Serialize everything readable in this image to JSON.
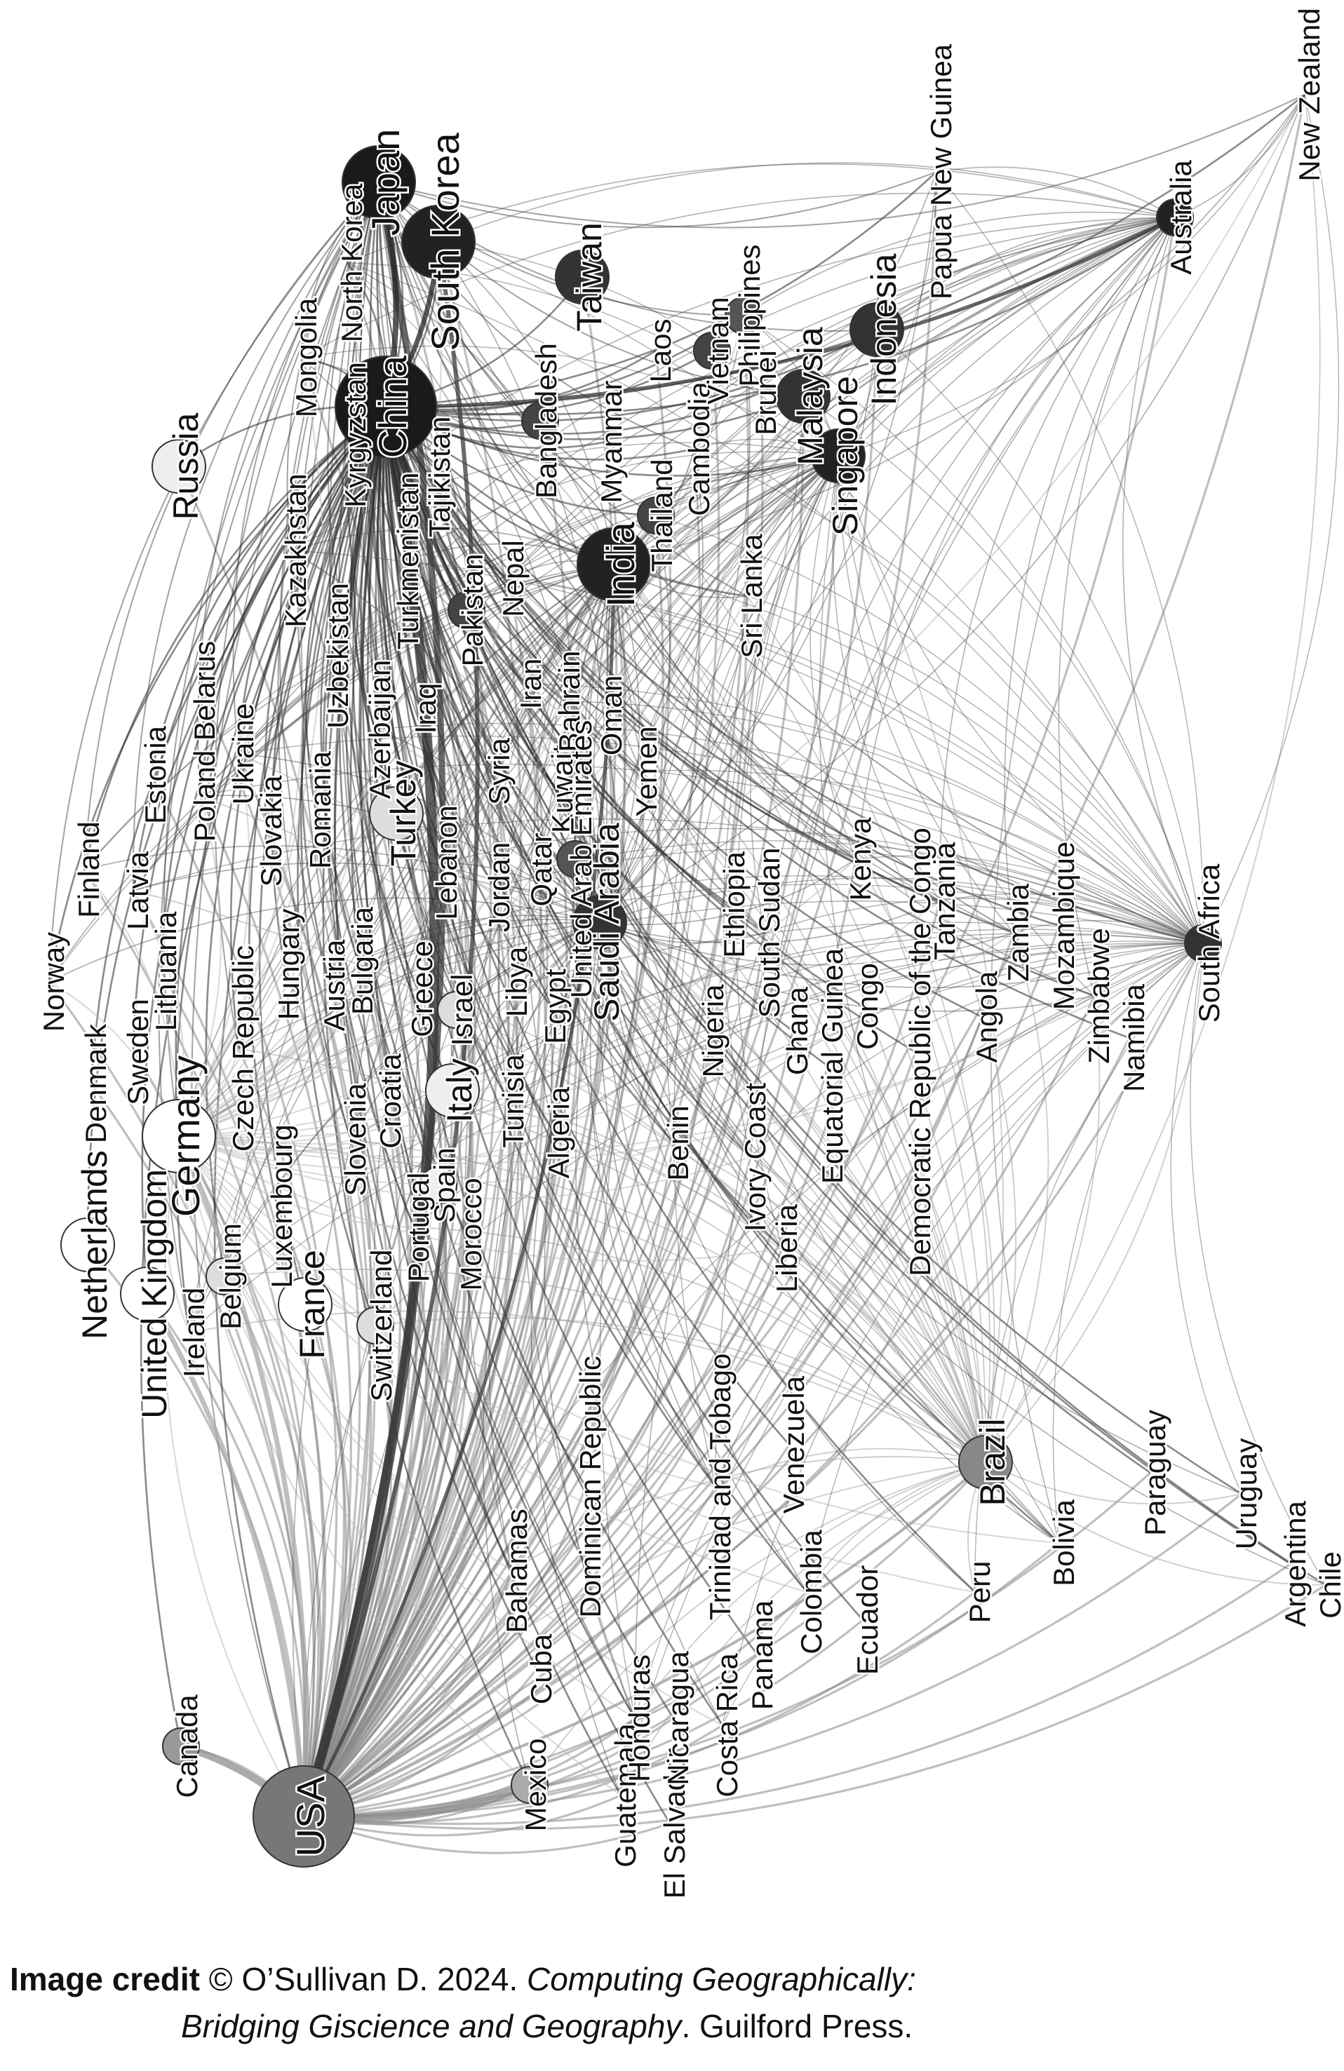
{
  "diagram": {
    "type": "network",
    "label_rotation": "rotated -90 (reading bottom-to-top)",
    "nodes": [
      {
        "id": "USA",
        "label": "USA",
        "size": "huge",
        "shade": "#777777"
      },
      {
        "id": "Canada",
        "label": "Canada",
        "size": "small",
        "shade": "#999999"
      },
      {
        "id": "Mexico",
        "label": "Mexico",
        "size": "small",
        "shade": "#aaaaaa"
      },
      {
        "id": "Cuba",
        "label": "Cuba",
        "size": "tiny",
        "shade": "#aaaaaa"
      },
      {
        "id": "Guatemala",
        "label": "Guatemala",
        "size": "tiny",
        "shade": "#aaaaaa"
      },
      {
        "id": "El Salvador",
        "label": "El Salvador",
        "size": "tiny",
        "shade": "#aaaaaa"
      },
      {
        "id": "Honduras",
        "label": "Honduras",
        "size": "tiny",
        "shade": "#aaaaaa"
      },
      {
        "id": "Nicaragua",
        "label": "Nicaragua",
        "size": "tiny",
        "shade": "#aaaaaa"
      },
      {
        "id": "Costa Rica",
        "label": "Costa Rica",
        "size": "tiny",
        "shade": "#aaaaaa"
      },
      {
        "id": "Panama",
        "label": "Panama",
        "size": "tiny",
        "shade": "#aaaaaa"
      },
      {
        "id": "Bahamas",
        "label": "Bahamas",
        "size": "tiny",
        "shade": "#aaaaaa"
      },
      {
        "id": "Dominican Republic",
        "label": "Dominican Republic",
        "size": "tiny",
        "shade": "#aaaaaa"
      },
      {
        "id": "Trinidad and Tobago",
        "label": "Trinidad and Tobago",
        "size": "tiny",
        "shade": "#aaaaaa"
      },
      {
        "id": "Venezuela",
        "label": "Venezuela",
        "size": "tiny",
        "shade": "#aaaaaa"
      },
      {
        "id": "Colombia",
        "label": "Colombia",
        "size": "tiny",
        "shade": "#aaaaaa"
      },
      {
        "id": "Ecuador",
        "label": "Ecuador",
        "size": "tiny",
        "shade": "#aaaaaa"
      },
      {
        "id": "Peru",
        "label": "Peru",
        "size": "tiny",
        "shade": "#aaaaaa"
      },
      {
        "id": "Brazil",
        "label": "Brazil",
        "size": "medium",
        "shade": "#888888"
      },
      {
        "id": "Bolivia",
        "label": "Bolivia",
        "size": "tiny",
        "shade": "#aaaaaa"
      },
      {
        "id": "Paraguay",
        "label": "Paraguay",
        "size": "tiny",
        "shade": "#aaaaaa"
      },
      {
        "id": "Uruguay",
        "label": "Uruguay",
        "size": "tiny",
        "shade": "#aaaaaa"
      },
      {
        "id": "Argentina",
        "label": "Argentina",
        "size": "tiny",
        "shade": "#aaaaaa"
      },
      {
        "id": "Chile",
        "label": "Chile",
        "size": "tiny",
        "shade": "#aaaaaa"
      },
      {
        "id": "United Kingdom",
        "label": "United Kingdom",
        "size": "medium",
        "shade": "#ffffff"
      },
      {
        "id": "Ireland",
        "label": "Ireland",
        "size": "tiny",
        "shade": "#dddddd"
      },
      {
        "id": "Netherlands",
        "label": "Netherlands",
        "size": "medium",
        "shade": "#ffffff"
      },
      {
        "id": "Belgium",
        "label": "Belgium",
        "size": "small",
        "shade": "#dddddd"
      },
      {
        "id": "France",
        "label": "France",
        "size": "medium",
        "shade": "#ffffff"
      },
      {
        "id": "Switzerland",
        "label": "Switzerland",
        "size": "small",
        "shade": "#dddddd"
      },
      {
        "id": "Luxembourg",
        "label": "Luxembourg",
        "size": "tiny",
        "shade": "#dddddd"
      },
      {
        "id": "Germany",
        "label": "Germany",
        "size": "large",
        "shade": "#ffffff"
      },
      {
        "id": "Denmark",
        "label": "Denmark",
        "size": "tiny",
        "shade": "#dddddd"
      },
      {
        "id": "Norway",
        "label": "Norway",
        "size": "tiny",
        "shade": "#dddddd"
      },
      {
        "id": "Sweden",
        "label": "Sweden",
        "size": "tiny",
        "shade": "#dddddd"
      },
      {
        "id": "Finland",
        "label": "Finland",
        "size": "tiny",
        "shade": "#dddddd"
      },
      {
        "id": "Lithuania",
        "label": "Lithuania",
        "size": "tiny",
        "shade": "#dddddd"
      },
      {
        "id": "Latvia",
        "label": "Latvia",
        "size": "tiny",
        "shade": "#dddddd"
      },
      {
        "id": "Estonia",
        "label": "Estonia",
        "size": "tiny",
        "shade": "#dddddd"
      },
      {
        "id": "Poland",
        "label": "Poland",
        "size": "tiny",
        "shade": "#dddddd"
      },
      {
        "id": "Belarus",
        "label": "Belarus",
        "size": "tiny",
        "shade": "#dddddd"
      },
      {
        "id": "Czech Republic",
        "label": "Czech Republic",
        "size": "tiny",
        "shade": "#dddddd"
      },
      {
        "id": "Slovakia",
        "label": "Slovakia",
        "size": "tiny",
        "shade": "#dddddd"
      },
      {
        "id": "Ukraine",
        "label": "Ukraine",
        "size": "tiny",
        "shade": "#dddddd"
      },
      {
        "id": "Hungary",
        "label": "Hungary",
        "size": "tiny",
        "shade": "#dddddd"
      },
      {
        "id": "Austria",
        "label": "Austria",
        "size": "tiny",
        "shade": "#dddddd"
      },
      {
        "id": "Romania",
        "label": "Romania",
        "size": "tiny",
        "shade": "#dddddd"
      },
      {
        "id": "Slovenia",
        "label": "Slovenia",
        "size": "tiny",
        "shade": "#dddddd"
      },
      {
        "id": "Croatia",
        "label": "Croatia",
        "size": "tiny",
        "shade": "#dddddd"
      },
      {
        "id": "Bulgaria",
        "label": "Bulgaria",
        "size": "tiny",
        "shade": "#dddddd"
      },
      {
        "id": "Greece",
        "label": "Greece",
        "size": "tiny",
        "shade": "#dddddd"
      },
      {
        "id": "Italy",
        "label": "Italy",
        "size": "medium",
        "shade": "#eeeeee"
      },
      {
        "id": "Spain",
        "label": "Spain",
        "size": "small",
        "shade": "#eeeeee"
      },
      {
        "id": "Portugal",
        "label": "Portugal",
        "size": "tiny",
        "shade": "#dddddd"
      },
      {
        "id": "Russia",
        "label": "Russia",
        "size": "medium",
        "shade": "#eeeeee"
      },
      {
        "id": "Kazakhstan",
        "label": "Kazakhstan",
        "size": "tiny",
        "shade": "#cccccc"
      },
      {
        "id": "Uzbekistan",
        "label": "Uzbekistan",
        "size": "tiny",
        "shade": "#cccccc"
      },
      {
        "id": "Azerbaijan",
        "label": "Azerbaijan",
        "size": "tiny",
        "shade": "#cccccc"
      },
      {
        "id": "Turkey",
        "label": "Turkey",
        "size": "medium",
        "shade": "#dddddd"
      },
      {
        "id": "Mongolia",
        "label": "Mongolia",
        "size": "tiny",
        "shade": "#cccccc"
      },
      {
        "id": "Kyrgyzstan",
        "label": "Kyrgyzstan",
        "size": "tiny",
        "shade": "#cccccc"
      },
      {
        "id": "Turkmenistan",
        "label": "Turkmenistan",
        "size": "tiny",
        "shade": "#cccccc"
      },
      {
        "id": "Iraq",
        "label": "Iraq",
        "size": "tiny",
        "shade": "#cccccc"
      },
      {
        "id": "Lebanon",
        "label": "Lebanon",
        "size": "tiny",
        "shade": "#cccccc"
      },
      {
        "id": "Israel",
        "label": "Israel",
        "size": "small",
        "shade": "#dddddd"
      },
      {
        "id": "Jordan",
        "label": "Jordan",
        "size": "tiny",
        "shade": "#cccccc"
      },
      {
        "id": "Syria",
        "label": "Syria",
        "size": "tiny",
        "shade": "#cccccc"
      },
      {
        "id": "Iran",
        "label": "Iran",
        "size": "tiny",
        "shade": "#cccccc"
      },
      {
        "id": "Libya",
        "label": "Libya",
        "size": "tiny",
        "shade": "#cccccc"
      },
      {
        "id": "Tunisia",
        "label": "Tunisia",
        "size": "tiny",
        "shade": "#cccccc"
      },
      {
        "id": "Morocco",
        "label": "Morocco",
        "size": "tiny",
        "shade": "#cccccc"
      },
      {
        "id": "Algeria",
        "label": "Algeria",
        "size": "tiny",
        "shade": "#bbbbbb"
      },
      {
        "id": "Egypt",
        "label": "Egypt",
        "size": "tiny",
        "shade": "#bbbbbb"
      },
      {
        "id": "Qatar",
        "label": "Qatar",
        "size": "tiny",
        "shade": "#bbbbbb"
      },
      {
        "id": "Kuwait",
        "label": "Kuwait",
        "size": "tiny",
        "shade": "#bbbbbb"
      },
      {
        "id": "Bahrain",
        "label": "Bahrain",
        "size": "tiny",
        "shade": "#bbbbbb"
      },
      {
        "id": "United Arab Emirates",
        "label": "United Arab Emirates",
        "size": "small",
        "shade": "#555555"
      },
      {
        "id": "Saudi Arabia",
        "label": "Saudi Arabia",
        "size": "medium",
        "shade": "#333333"
      },
      {
        "id": "Oman",
        "label": "Oman",
        "size": "tiny",
        "shade": "#666666"
      },
      {
        "id": "Yemen",
        "label": "Yemen",
        "size": "tiny",
        "shade": "#888888"
      },
      {
        "id": "Pakistan",
        "label": "Pakistan",
        "size": "small",
        "shade": "#444444"
      },
      {
        "id": "Nepal",
        "label": "Nepal",
        "size": "tiny",
        "shade": "#777777"
      },
      {
        "id": "Tajikistan",
        "label": "Tajikistan",
        "size": "tiny",
        "shade": "#555555"
      },
      {
        "id": "India",
        "label": "India",
        "size": "large",
        "shade": "#222222"
      },
      {
        "id": "Bangladesh",
        "label": "Bangladesh",
        "size": "small",
        "shade": "#444444"
      },
      {
        "id": "Sri Lanka",
        "label": "Sri Lanka",
        "size": "tiny",
        "shade": "#888888"
      },
      {
        "id": "Myanmar",
        "label": "Myanmar",
        "size": "tiny",
        "shade": "#666666"
      },
      {
        "id": "Thailand",
        "label": "Thailand",
        "size": "small",
        "shade": "#444444"
      },
      {
        "id": "Laos",
        "label": "Laos",
        "size": "tiny",
        "shade": "#777777"
      },
      {
        "id": "Cambodia",
        "label": "Cambodia",
        "size": "tiny",
        "shade": "#777777"
      },
      {
        "id": "Vietnam",
        "label": "Vietnam",
        "size": "small",
        "shade": "#444444"
      },
      {
        "id": "Philippines",
        "label": "Philippines",
        "size": "small",
        "shade": "#555555"
      },
      {
        "id": "Brunei",
        "label": "Brunei",
        "size": "tiny",
        "shade": "#777777"
      },
      {
        "id": "Malaysia",
        "label": "Malaysia",
        "size": "medium",
        "shade": "#333333"
      },
      {
        "id": "Singapore",
        "label": "Singapore",
        "size": "medium",
        "shade": "#222222"
      },
      {
        "id": "Indonesia",
        "label": "Indonesia",
        "size": "medium",
        "shade": "#333333"
      },
      {
        "id": "China",
        "label": "China",
        "size": "huge",
        "shade": "#1a1a1a"
      },
      {
        "id": "North Korea",
        "label": "North Korea",
        "size": "tiny",
        "shade": "#666666"
      },
      {
        "id": "Japan",
        "label": "Japan",
        "size": "large",
        "shade": "#1a1a1a"
      },
      {
        "id": "South Korea",
        "label": "South Korea",
        "size": "large",
        "shade": "#222222"
      },
      {
        "id": "Taiwan",
        "label": "Taiwan",
        "size": "medium",
        "shade": "#333333"
      },
      {
        "id": "Papua New Guinea",
        "label": "Papua New Guinea",
        "size": "tiny",
        "shade": "#666666"
      },
      {
        "id": "Australia",
        "label": "Australia",
        "size": "small",
        "shade": "#222222"
      },
      {
        "id": "New Zealand",
        "label": "New Zealand",
        "size": "tiny",
        "shade": "#666666"
      },
      {
        "id": "Nigeria",
        "label": "Nigeria",
        "size": "tiny",
        "shade": "#888888"
      },
      {
        "id": "Benin",
        "label": "Benin",
        "size": "tiny",
        "shade": "#888888"
      },
      {
        "id": "Ethiopia",
        "label": "Ethiopia",
        "size": "tiny",
        "shade": "#888888"
      },
      {
        "id": "South Sudan",
        "label": "South Sudan",
        "size": "tiny",
        "shade": "#888888"
      },
      {
        "id": "Ghana",
        "label": "Ghana",
        "size": "tiny",
        "shade": "#888888"
      },
      {
        "id": "Ivory Coast",
        "label": "Ivory Coast",
        "size": "tiny",
        "shade": "#888888"
      },
      {
        "id": "Equatorial Guinea",
        "label": "Equatorial Guinea",
        "size": "tiny",
        "shade": "#888888"
      },
      {
        "id": "Liberia",
        "label": "Liberia",
        "size": "tiny",
        "shade": "#888888"
      },
      {
        "id": "Congo",
        "label": "Congo",
        "size": "tiny",
        "shade": "#888888"
      },
      {
        "id": "Kenya",
        "label": "Kenya",
        "size": "tiny",
        "shade": "#888888"
      },
      {
        "id": "Democratic Republic of the Congo",
        "label": "Democratic Republic of the Congo",
        "size": "tiny",
        "shade": "#888888"
      },
      {
        "id": "Tanzania",
        "label": "Tanzania",
        "size": "tiny",
        "shade": "#888888"
      },
      {
        "id": "Angola",
        "label": "Angola",
        "size": "tiny",
        "shade": "#888888"
      },
      {
        "id": "Zambia",
        "label": "Zambia",
        "size": "tiny",
        "shade": "#888888"
      },
      {
        "id": "Mozambique",
        "label": "Mozambique",
        "size": "tiny",
        "shade": "#888888"
      },
      {
        "id": "Zimbabwe",
        "label": "Zimbabwe",
        "size": "tiny",
        "shade": "#888888"
      },
      {
        "id": "Namibia",
        "label": "Namibia",
        "size": "tiny",
        "shade": "#888888"
      },
      {
        "id": "South Africa",
        "label": "South Africa",
        "size": "small",
        "shade": "#333333"
      }
    ]
  },
  "credit": {
    "label": "Image credit",
    "text_before": "© O’Sullivan D. 2024. ",
    "title_line1": "Computing Geographically:",
    "title_line2": "Bridging Giscience and Geography",
    "publisher": ". Guilford Press."
  }
}
